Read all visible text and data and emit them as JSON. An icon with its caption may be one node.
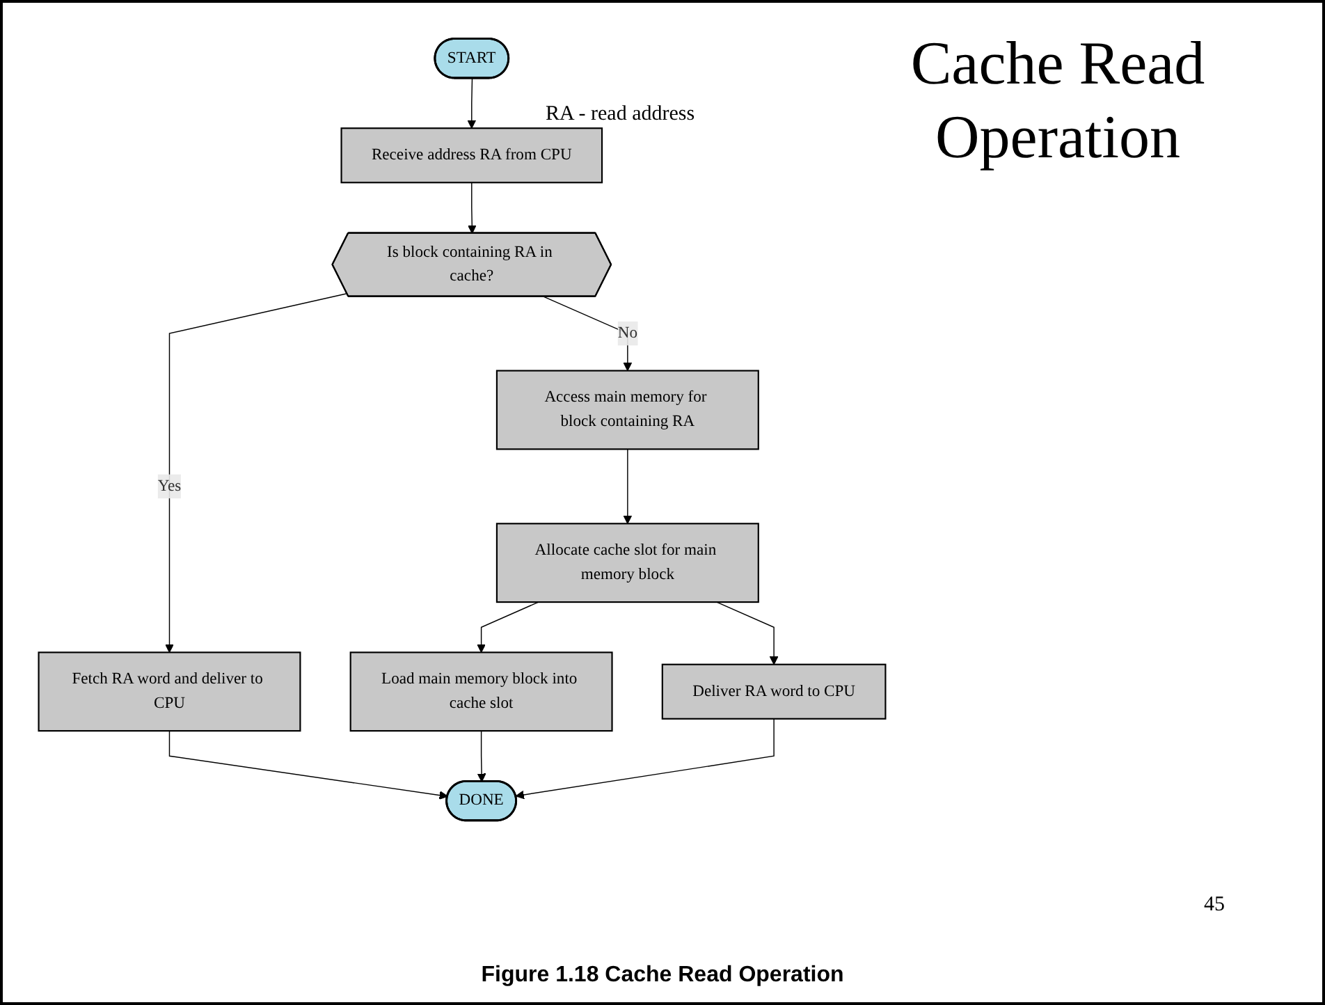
{
  "diagram": {
    "title": "Cache Read Operation",
    "caption": "Figure 1.18 Cache Read Operation",
    "nodes": [
      {
        "text": [
          "START"
        ]
      },
      {
        "text": [
          "Receive address RA from CPU"
        ]
      },
      {
        "text": [
          "Is block containing RA in cache?"
        ]
      },
      {
        "text": [
          "Access main memory for block containing RA"
        ]
      },
      {
        "text": [
          "Fetch RA word and deliver to CPU"
        ]
      },
      {
        "text": [
          "Allocate cache slot for main memory block"
        ]
      },
      {
        "text": [
          "Load main memory block into cache slot"
        ]
      },
      {
        "text": [
          "Deliver RA word to CPU"
        ]
      },
      {
        "text": [
          "DONE"
        ]
      }
    ],
    "edges": [
      {
        "from": 0,
        "to": 1,
        "arrow": "to"
      },
      {
        "from": 1,
        "to": 2,
        "arrow": "to"
      },
      {
        "from": 2,
        "to": 3,
        "label": "No",
        "arrow": "to"
      },
      {
        "from": 2,
        "to": 4,
        "label": "Yes",
        "arrow": "to"
      },
      {
        "from": 3,
        "to": 5,
        "arrow": "to"
      },
      {
        "from": 5,
        "to": 6,
        "arrow": "to"
      },
      {
        "from": 5,
        "to": 7,
        "arrow": "to"
      },
      {
        "from": 4,
        "to": 8,
        "arrow": "to"
      },
      {
        "from": 6,
        "to": 8,
        "arrow": "to"
      },
      {
        "from": 7,
        "to": 8,
        "arrow": "to"
      }
    ],
    "labels": [
      "RA - read address",
      "45"
    ]
  }
}
